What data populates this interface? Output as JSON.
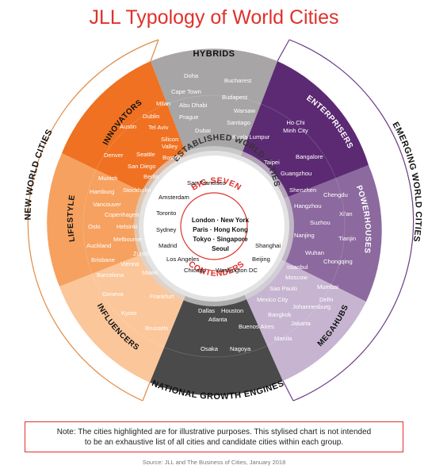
{
  "title": "JLL Typology of World Cities",
  "sections": {
    "hybrids": "HYBRIDS",
    "innovators": "INNOVATORS",
    "lifestyle": "LIFESTYLE",
    "influencers": "INFLUENCERS",
    "enterprisers": "ENTERPRISERS",
    "powerhouses": "POWERHOUSES",
    "megahubs": "MEGAHUBS",
    "national_growth_engines": "NATIONAL GROWTH ENGINES",
    "new_world_cities": "NEW WORLD CITIES",
    "emerging_world_cities": "EMERGING WORLD CITIES",
    "established_world_cities": "ESTABLISHED WORLD CITIES",
    "big_seven": "BIG SEVEN",
    "contenders": "CONTENDERS"
  },
  "cities": {
    "hybrids": [
      "Doha",
      "Bucharest",
      "Cape Town",
      "Abu Dhabi",
      "Budapest",
      "Prague",
      "Warsaw",
      "Santiago",
      "Dubai",
      "Kuala Lumpur"
    ],
    "innovators": [
      "Milan",
      "Dublin",
      "Austin",
      "Tel Aviv",
      "Silicon",
      "Valley",
      "Denver",
      "Seattle",
      "Boston",
      "San Diego"
    ],
    "lifestyle": [
      "Munich",
      "Berlin",
      "Hamburg",
      "Stockholm",
      "Vancouver",
      "Copenhagen",
      "Oslo",
      "Helsinki",
      "Auckland",
      "Melbourne",
      "Zurich",
      "Brisbane",
      "Vienna",
      "Barcelona",
      "Miami"
    ],
    "influencers": [
      "Geneva",
      "Frankfurt",
      "Kyoto",
      "Brussels"
    ],
    "enterprisers": [
      "Ho Chi",
      "Minh City",
      "Taipei",
      "Bangalore",
      "Guangzhou"
    ],
    "powerhouses": [
      "Shenzhen",
      "Chengdu",
      "Hangzhou",
      "Xi'an",
      "Suzhou",
      "Nanjing",
      "Tianjin",
      "Wuhan",
      "Chongqing"
    ],
    "megahubs": [
      "Istanbul",
      "Moscow",
      "Sao Paulo",
      "Mumbai",
      "Mexico City",
      "Delhi",
      "Johannesburg",
      "Bangkok",
      "Jakarta",
      "Manila"
    ],
    "national_growth_engines": [
      "Dallas",
      "Houston",
      "Atlanta",
      "Buenos Aires",
      "Osaka",
      "Nagoya"
    ],
    "established": [
      "San Francisco",
      "Amsterdam",
      "Toronto",
      "Sydney",
      "Madrid",
      "Los Angeles",
      "Chicago",
      "Washington DC",
      "Beijing",
      "Shanghai"
    ],
    "big_seven": [
      "London · New York",
      "Paris · Hong Kong",
      "Tokyo · Singapore",
      "Seoul"
    ]
  },
  "colors": {
    "title_red": "#e0312b",
    "hybrids": "#a7a5a5",
    "innovators": "#ef7121",
    "lifestyle": "#f6a15f",
    "influencers": "#fbc69a",
    "enterprisers": "#5c2a73",
    "powerhouses": "#8c699e",
    "megahubs": "#c6b4d0",
    "national_growth_engines": "#4a4a4a"
  },
  "note": {
    "line1": "Note: The cities highlighted are for illustrative purposes. This stylised chart is not intended",
    "line2": "to be an exhaustive list of all cities and candidate cities within each group."
  },
  "source": "Source: JLL and The Business of Cities, January 2018"
}
